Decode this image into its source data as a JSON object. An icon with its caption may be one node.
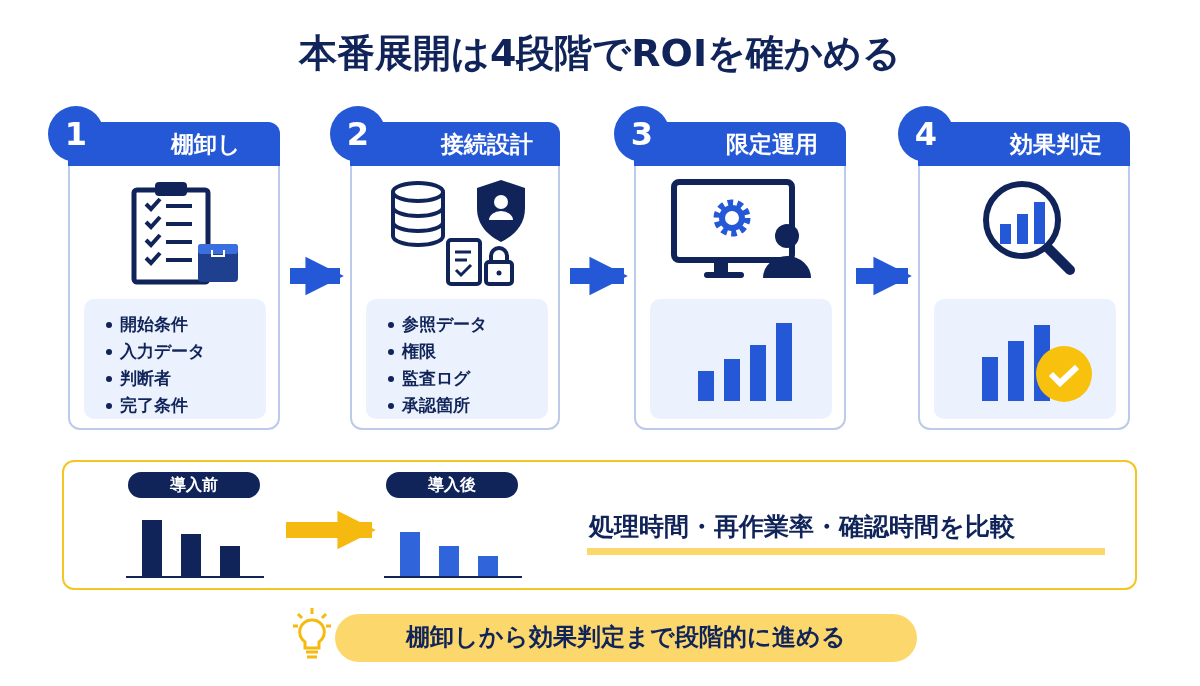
{
  "diagram": {
    "title": "本番展開は4段階でROIを確かめる",
    "nodes": [
      {
        "text": [
          "1",
          "棚卸し"
        ]
      },
      {
        "text": [
          "開始条件",
          "入力データ",
          "判断者",
          "完了条件"
        ],
        "in": 0
      },
      {
        "text": [
          "2",
          "接続設計"
        ]
      },
      {
        "text": [
          "参照データ",
          "権限",
          "監査ログ",
          "承認箇所"
        ],
        "in": 2
      },
      {
        "text": [
          "3",
          "限定運用"
        ]
      },
      {
        "text": [
          "4",
          "効果判定"
        ]
      },
      {
        "text": [
          "処理時間・再作業率・確認時間を比較"
        ]
      },
      {
        "text": [
          "導入前"
        ],
        "in": 6
      },
      {
        "text": [
          "導入後"
        ],
        "in": 6
      },
      {
        "text": [
          "棚卸しから効果判定まで段階的に進める"
        ]
      }
    ],
    "edges": [
      {
        "from": 0,
        "to": 2,
        "arrow": "to"
      },
      {
        "from": 2,
        "to": 4,
        "arrow": "to"
      },
      {
        "from": 4,
        "to": 5,
        "arrow": "to"
      },
      {
        "from": 7,
        "to": 8,
        "arrow": "to",
        "color": "#f5b90f"
      }
    ]
  }
}
